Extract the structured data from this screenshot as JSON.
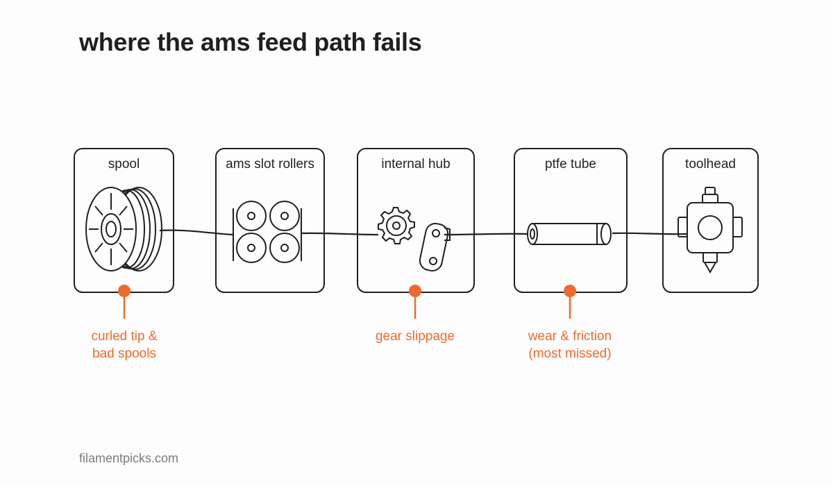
{
  "title": "where the ams feed path fails",
  "stages": [
    {
      "id": "spool",
      "label": "spool",
      "icon": "spool-icon"
    },
    {
      "id": "ams-slot-rollers",
      "label": "ams slot rollers",
      "icon": "rollers-icon"
    },
    {
      "id": "internal-hub",
      "label": "internal hub",
      "icon": "gear-icon"
    },
    {
      "id": "ptfe-tube",
      "label": "ptfe tube",
      "icon": "tube-icon"
    },
    {
      "id": "toolhead",
      "label": "toolhead",
      "icon": "toolhead-icon"
    }
  ],
  "failure_points": [
    {
      "stage": "spool",
      "line1": "curled tip &",
      "line2": "bad spools"
    },
    {
      "stage": "internal-hub",
      "line1": "gear slippage",
      "line2": ""
    },
    {
      "stage": "ptfe-tube",
      "line1": "wear & friction",
      "line2": "(most missed)"
    }
  ],
  "colors": {
    "accent": "#ee6a2c",
    "stroke": "#1f1f1f",
    "text": "#1f1f1f",
    "footer": "#7b7b7b"
  },
  "footer": "filamentpicks.com"
}
